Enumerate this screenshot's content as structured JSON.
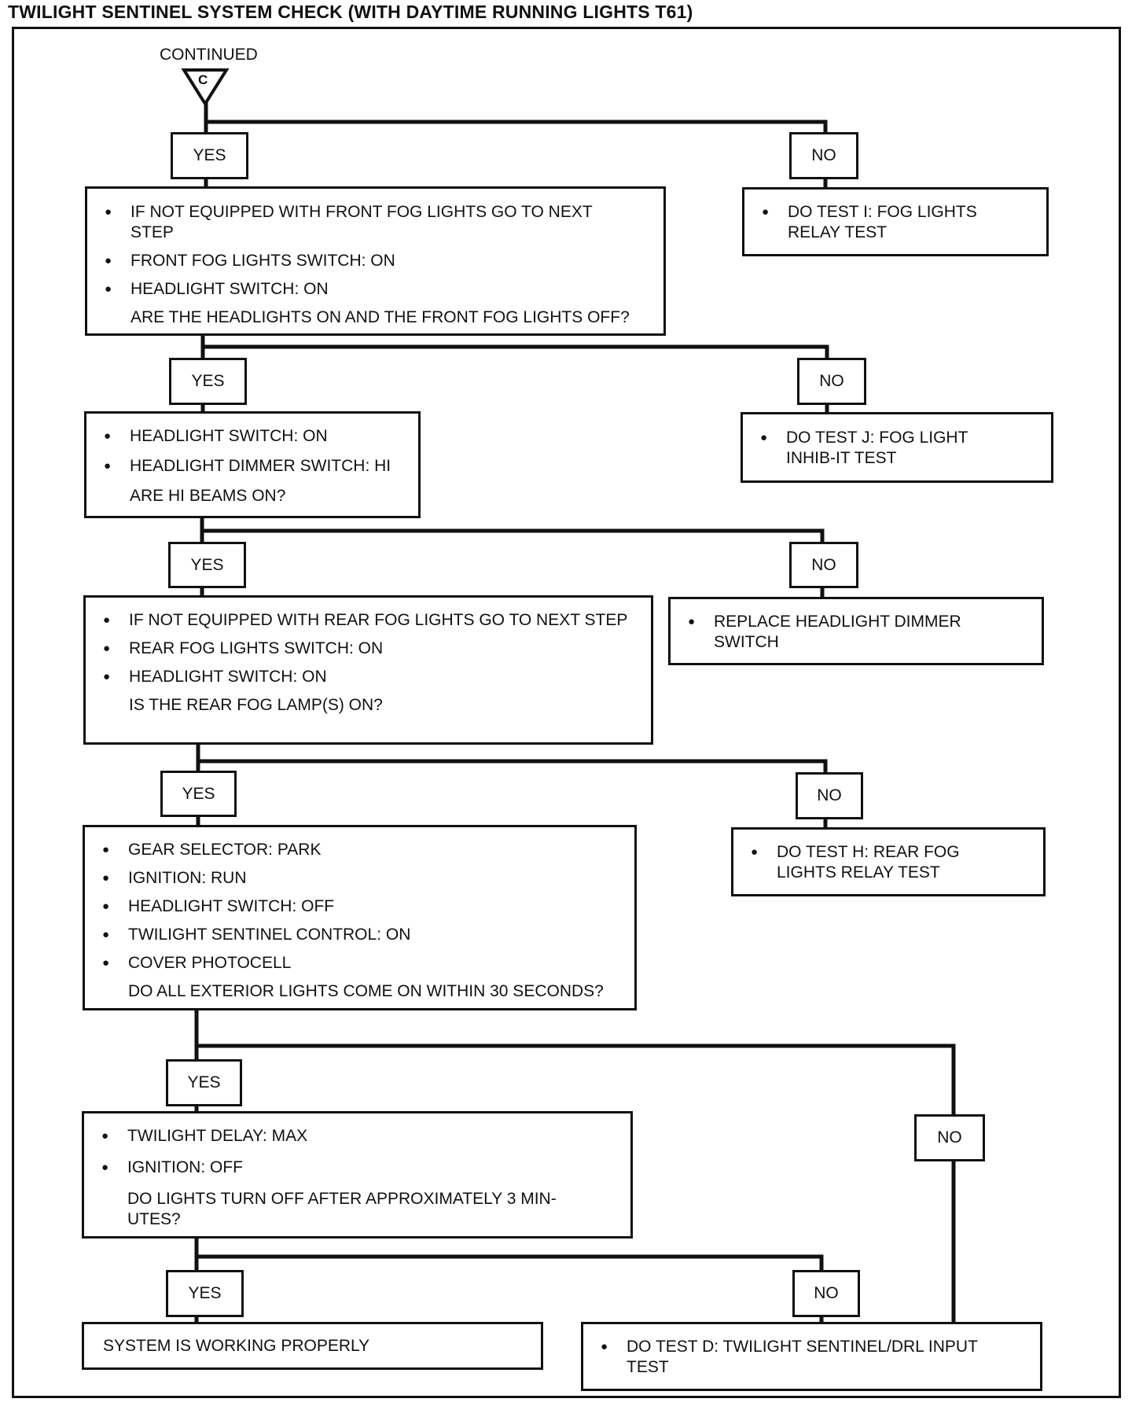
{
  "title": "TWILIGHT SENTINEL SYSTEM CHECK (WITH DAYTIME RUNNING LIGHTS T61)",
  "connector": {
    "label": "CONTINUED",
    "letter": "C"
  },
  "labels": {
    "yes": "YES",
    "no": "NO"
  },
  "steps": [
    {
      "id": "step-1",
      "bullets": [
        "IF NOT EQUIPPED WITH FRONT FOG LIGHTS GO TO NEXT STEP",
        "FRONT FOG LIGHTS SWITCH: ON",
        "HEADLIGHT SWITCH: ON"
      ],
      "question": "ARE THE HEADLIGHTS ON AND THE FRONT FOG LIGHTS OFF?"
    },
    {
      "id": "step-2",
      "bullets": [
        "HEADLIGHT SWITCH: ON",
        "HEADLIGHT DIMMER SWITCH: HI"
      ],
      "question": "ARE HI BEAMS ON?"
    },
    {
      "id": "step-3",
      "bullets": [
        "IF NOT EQUIPPED WITH REAR FOG LIGHTS GO TO NEXT STEP",
        "REAR FOG LIGHTS SWITCH: ON",
        "HEADLIGHT SWITCH: ON"
      ],
      "question": "IS THE REAR FOG LAMP(S) ON?"
    },
    {
      "id": "step-4",
      "bullets": [
        "GEAR SELECTOR: PARK",
        "IGNITION: RUN",
        "HEADLIGHT SWITCH: OFF",
        "TWILIGHT SENTINEL CONTROL: ON",
        "COVER PHOTOCELL"
      ],
      "question": "DO ALL EXTERIOR LIGHTS COME ON WITHIN 30 SECONDS?"
    },
    {
      "id": "step-5",
      "bullets": [
        "TWILIGHT DELAY: MAX",
        "IGNITION: OFF"
      ],
      "question": "DO LIGHTS TURN OFF AFTER APPROXIMATELY 3 MIN-UTES?"
    }
  ],
  "results": [
    {
      "id": "result-1",
      "bullet": "DO TEST I: FOG LIGHTS RELAY TEST"
    },
    {
      "id": "result-2",
      "bullet": "DO TEST J: FOG LIGHT INHIB-IT TEST"
    },
    {
      "id": "result-3",
      "bullet": "REPLACE HEADLIGHT DIMMER SWITCH"
    },
    {
      "id": "result-4",
      "bullet": "DO TEST H: REAR FOG LIGHTS RELAY TEST"
    },
    {
      "id": "result-5",
      "bullet": "DO TEST D: TWILIGHT SENTINEL/DRL INPUT TEST"
    }
  ],
  "final": "SYSTEM IS WORKING PROPERLY"
}
